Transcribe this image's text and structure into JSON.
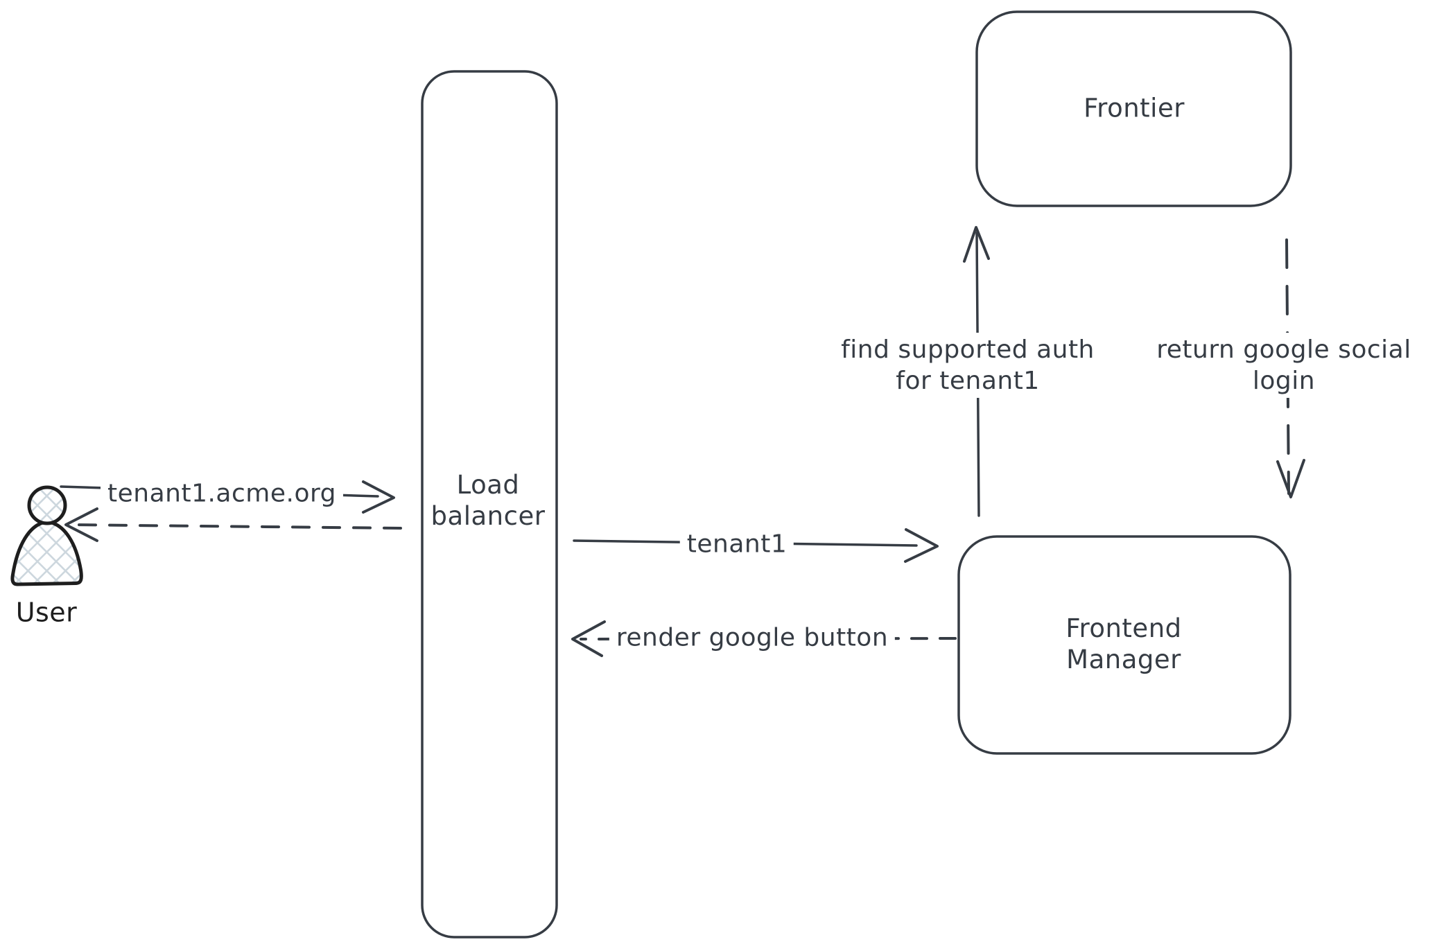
{
  "nodes": {
    "user": {
      "label": "User"
    },
    "load_balancer": {
      "line1": "Load",
      "line2": "balancer"
    },
    "frontier": {
      "label": "Frontier"
    },
    "frontend_manager": {
      "line1": "Frontend",
      "line2": "Manager"
    }
  },
  "arrows": {
    "user_to_lb": {
      "label": "tenant1.acme.org",
      "style": "solid"
    },
    "lb_to_user": {
      "style": "dashed"
    },
    "lb_to_fm": {
      "label": "tenant1",
      "style": "solid"
    },
    "fm_to_lb": {
      "label": "render google button",
      "style": "dashed"
    },
    "fm_to_frontier": {
      "line1": "find supported auth",
      "line2": "for tenant1",
      "style": "solid"
    },
    "frontier_to_fm": {
      "line1": "return google social",
      "line2": "login",
      "style": "dashed"
    }
  },
  "colors": {
    "stroke": "#363c44",
    "actor_stroke": "#1e1e1e",
    "hatch": "#cdd7de",
    "canvas": "#ffffff"
  }
}
